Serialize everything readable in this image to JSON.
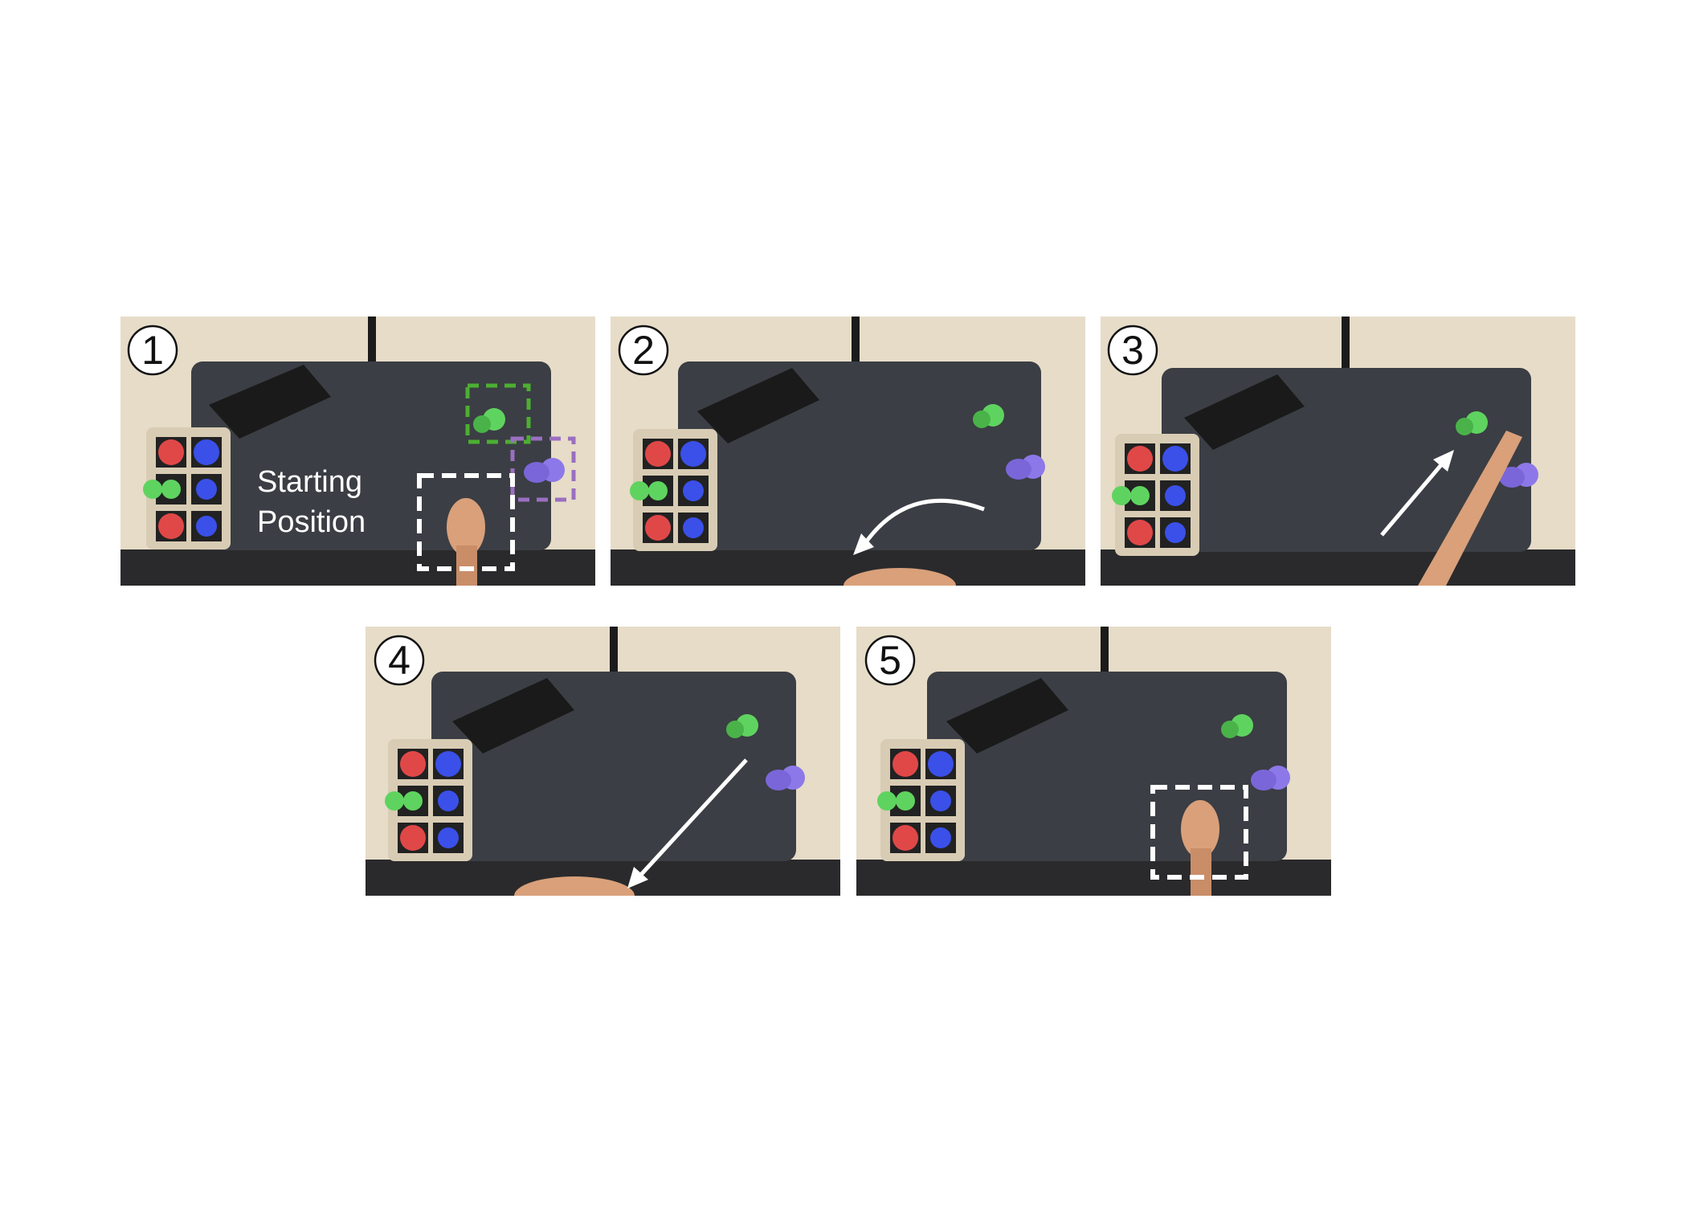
{
  "panels": [
    {
      "step": "1",
      "caption_line1": "Starting",
      "caption_line2": "Position"
    },
    {
      "step": "2"
    },
    {
      "step": "3"
    },
    {
      "step": "4"
    },
    {
      "step": "5"
    }
  ],
  "colors": {
    "wall": "#e6dcc8",
    "mat": "#3b3e44",
    "floor": "#2a2a2c",
    "tray": "#d8ccb4",
    "red_disc": "#e04848",
    "blue_ball": "#3a50e8",
    "green_peg": "#5fd35f",
    "purple_peg": "#8c78e8",
    "green_box": "#4caf32",
    "purple_box": "#9a6fc0",
    "arrow": "#ffffff",
    "skin": "#d9a07a"
  }
}
